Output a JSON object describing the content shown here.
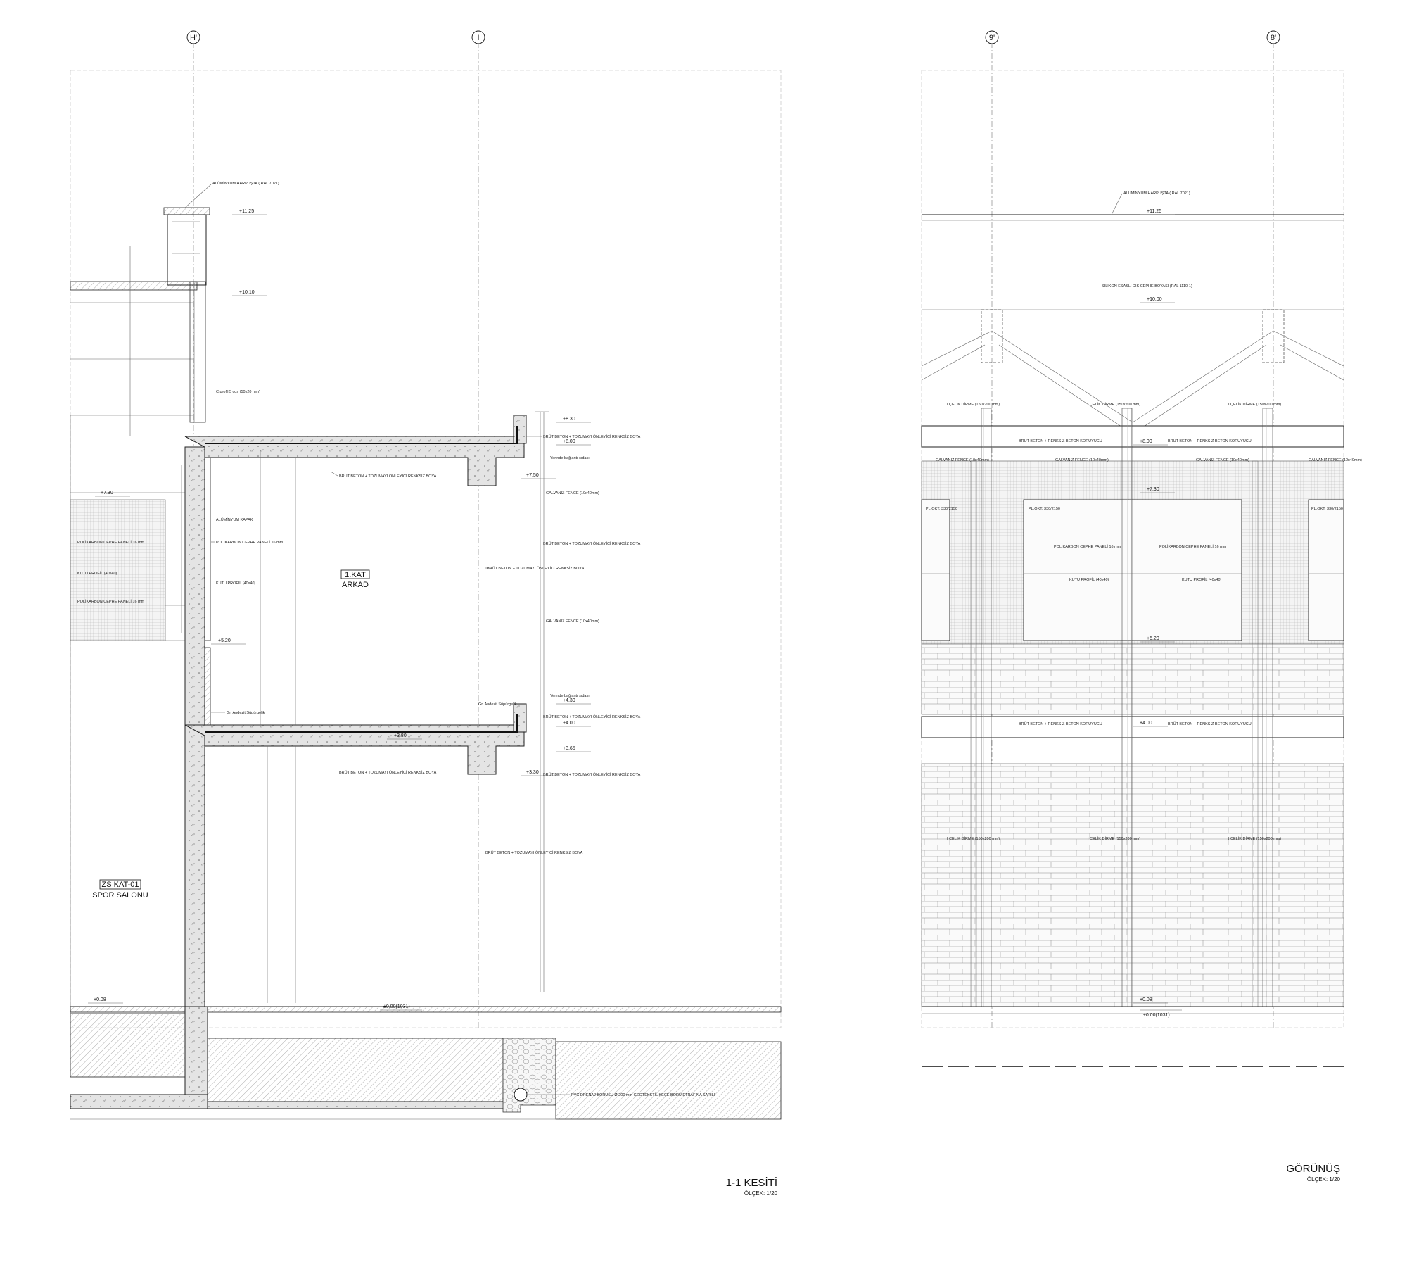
{
  "grid_axes": {
    "section": [
      "H'",
      "I"
    ],
    "elevation": [
      "9'",
      "8'"
    ]
  },
  "section": {
    "title": "1-1 KESİTİ",
    "scale": "ÖLÇEK: 1/20",
    "rooms": [
      {
        "code": "1.KAT",
        "name": "ARKAD"
      },
      {
        "code": "ZS KAT-01",
        "name": "SPOR SALONU"
      }
    ],
    "levels": [
      "+11.25",
      "+10.10",
      "+8.30",
      "+8.00",
      "+7.50",
      "+7.30",
      "+5.20",
      "+4.30",
      "+4.00",
      "+3.80",
      "+3.65",
      "+3.30",
      "+0.08",
      "±0.00(1031)"
    ],
    "notes": [
      "ALÜMİNYUM HARPUŞTA ( RAL 7021)",
      "BRÜT BETON + TOZUMAYI ÖNLEYİCİ RENKSİZ BOYA",
      "GALVANİZ FENCE (10x40mm)",
      "POLİKARBON CEPHE PANELİ 16 mm",
      "KUTU PROFİL (40x40)",
      "ALÜMİNYUM KAPAK",
      "Gri Andezit Süpürgelik",
      "PVC DRENAJ BORUSU Ø 200 mm GEOTEKSTİL KEÇE BORU ETRAFINA SARILI",
      "C profil 5 çgs (50x20 mm)",
      "Yerinde bağlantı sıdası"
    ]
  },
  "elevation": {
    "title": "GÖRÜNÜŞ",
    "scale": "ÖLÇEK: 1/20",
    "levels": [
      "+11.25",
      "+10.00",
      "+8.00",
      "+7.30",
      "+5.20",
      "+4.00",
      "+0.08",
      "±0.00(1031)"
    ],
    "notes": [
      "ALÜMİNYUM HARPUŞTA ( RAL 7021)",
      "I ÇELİK DİRME (150x200 mm)",
      "BRÜT BETON + RENKSİZ BETON KORUYUCU",
      "GALVANİZ FENCE (10x40mm)",
      "PL.OKT. 330/2150",
      "POLİKARBON CEPHE PANELİ 16 mm",
      "KUTU PROFİL (40x40)",
      "SİLİKON ESASLI DIŞ CEPHE BOYASI (RAL 1110-1)"
    ]
  },
  "colors": {
    "line": "#111111",
    "hatch": "#555555",
    "paper": "#ffffff"
  }
}
